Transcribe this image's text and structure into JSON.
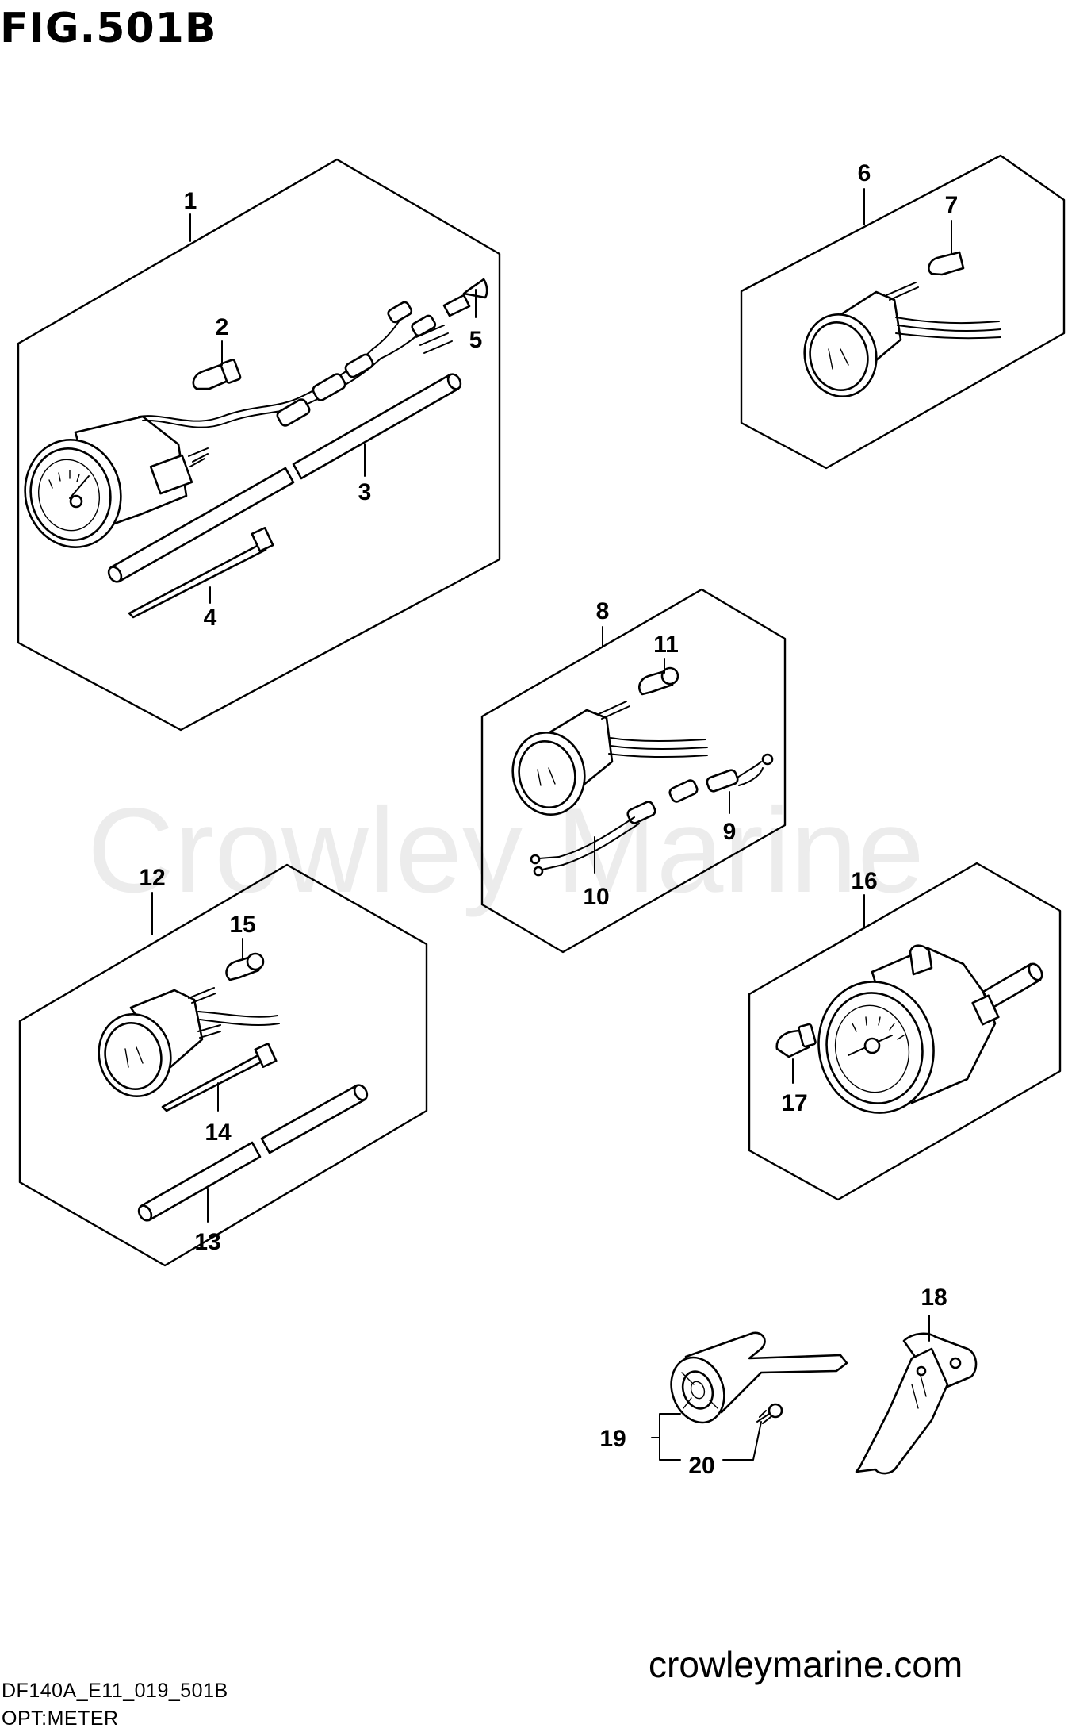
{
  "figure": {
    "title": "FIG.501B",
    "watermark": "Crowley Marine",
    "website": "crowleymarine.com",
    "diagram_code": "DF140A_E11_019_501B",
    "section": "OPT:METER"
  },
  "callouts": [
    "1",
    "2",
    "3",
    "4",
    "5",
    "6",
    "7",
    "8",
    "9",
    "10",
    "11",
    "12",
    "13",
    "14",
    "15",
    "16",
    "17",
    "18",
    "19",
    "20"
  ]
}
